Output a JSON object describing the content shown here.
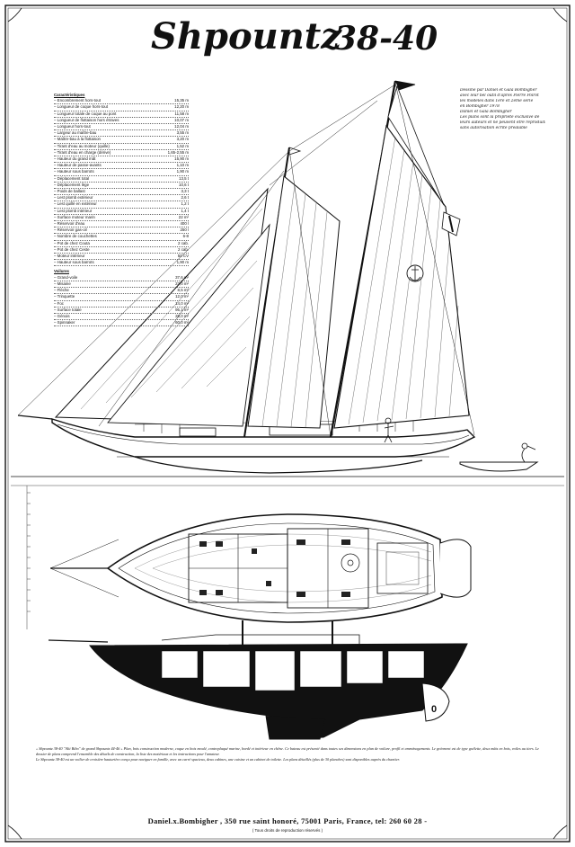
{
  "title": {
    "name": "Shpountz",
    "model": "38-40"
  },
  "specifications": {
    "heading": "Caractéristiques",
    "rows": [
      {
        "label": "Encombrement hors-tout",
        "value": "15,35 m"
      },
      {
        "label": "Longueur de coque hors-tout",
        "value": "12,20 m"
      },
      {
        "label": "Longueur totale de coque au pont",
        "value": "11,58 m"
      },
      {
        "label": "Longueur de flottaison hors étraves",
        "value": "10,07 m"
      },
      {
        "label": "Longueur hors-tout",
        "value": "12,04 m"
      },
      {
        "label": "Largeur au maître-bau",
        "value": "3,55 m"
      },
      {
        "label": "Maître-bau à la flottaison",
        "value": "3,20 m"
      },
      {
        "label": "Tirant d'eau au moteur (quille)",
        "value": "1,52 m"
      },
      {
        "label": "Tirant d'eau en charge (dérive)",
        "value": "1,65-2,55 m"
      },
      {
        "label": "Hauteur du grand mât",
        "value": "15,90 m"
      },
      {
        "label": "Hauteur de passe-avants",
        "value": "1,10 m"
      },
      {
        "label": "Hauteur sous barrots",
        "value": "1,90 m"
      },
      {
        "label": "Déplacement total",
        "value": "13,5 t"
      },
      {
        "label": "Déplacement lège",
        "value": "10,6 t"
      },
      {
        "label": "Poids de ballast",
        "value": "3,3 t"
      },
      {
        "label": "Lest plomb extérieur",
        "value": "2,6 t"
      },
      {
        "label": "Lest quillé en extérieur",
        "value": "1,2 t"
      },
      {
        "label": "Lest plomb intérieur",
        "value": "1,4 t"
      },
      {
        "label": "Surface moteur marin",
        "value": "22 m²"
      },
      {
        "label": "Réservoir d'eau",
        "value": "400 l"
      },
      {
        "label": "Réservoir gas-oil",
        "value": "250 l"
      },
      {
        "label": "Nombre de couchettes",
        "value": "6-8"
      },
      {
        "label": "Pot de chez Couta",
        "value": "2 cab."
      },
      {
        "label": "Pot de chez Ceste",
        "value": "2 cab."
      },
      {
        "label": "Moteur intérieur",
        "value": "50 CV"
      },
      {
        "label": "Hauteur sous barrots",
        "value": "1,90 m"
      }
    ],
    "sails_heading": "Voilures",
    "sails": [
      {
        "label": "Grand-voile",
        "value": "37,6 m²"
      },
      {
        "label": "Misaine",
        "value": "23,0 m²"
      },
      {
        "label": "Flèche",
        "value": "8,5 m²"
      },
      {
        "label": "Trinquette",
        "value": "12,0 m²"
      },
      {
        "label": "Foc",
        "value": "14,0 m²"
      },
      {
        "label": "Surface totale",
        "value": "95,1 m²"
      },
      {
        "label": "Génois",
        "value": "28,0 m²"
      },
      {
        "label": "Spinnaker",
        "value": "60,0 m²"
      }
    ]
  },
  "credit": {
    "lines": [
      "Dessiné par Daniel et Gala Bombigher",
      "avec leur bel outil d'après Pierre Poirot",
      "les modèles dans 1ère et 2ème série",
      "en Bombigher 1978",
      "Daniel et Gala Bombigher",
      "Les plans sont la propriété exclusive de",
      "leurs auteurs et ne peuvent être reproduits",
      "sans autorisation écrite préalable"
    ]
  },
  "description": [
    "« Shpountz 38-40 \"Alti Bibo\" de grand Shpountz 44-46 » Plan, bois construction moderne, coque en bois moulé, contreplaqué marine, bordé et intérieur en chêne. Ce bateau est présenté dans toutes ses dimensions en plan de voilure, profil et emménagements. Le gréement est de type goélette, deux mâts en bois, voiles au tiers. Le dossier de plans comprend l'ensemble des détails de construction, la liste des matériaux et les instructions pour l'amateur.",
    "Le Shpountz 38-40 est un voilier de croisière hauturière conçu pour naviguer en famille, avec un carré spacieux, deux cabines, une cuisine et un cabinet de toilette. Les plans détaillés (plus de 30 planches) sont disponibles auprès du chantier."
  ],
  "footer": {
    "address": "Daniel.x.Bombigher , 350 rue saint honoré, 75001 Paris, France, tel: 260 60 28 -",
    "sub": "( Tous droits de reproduction réservés )"
  }
}
